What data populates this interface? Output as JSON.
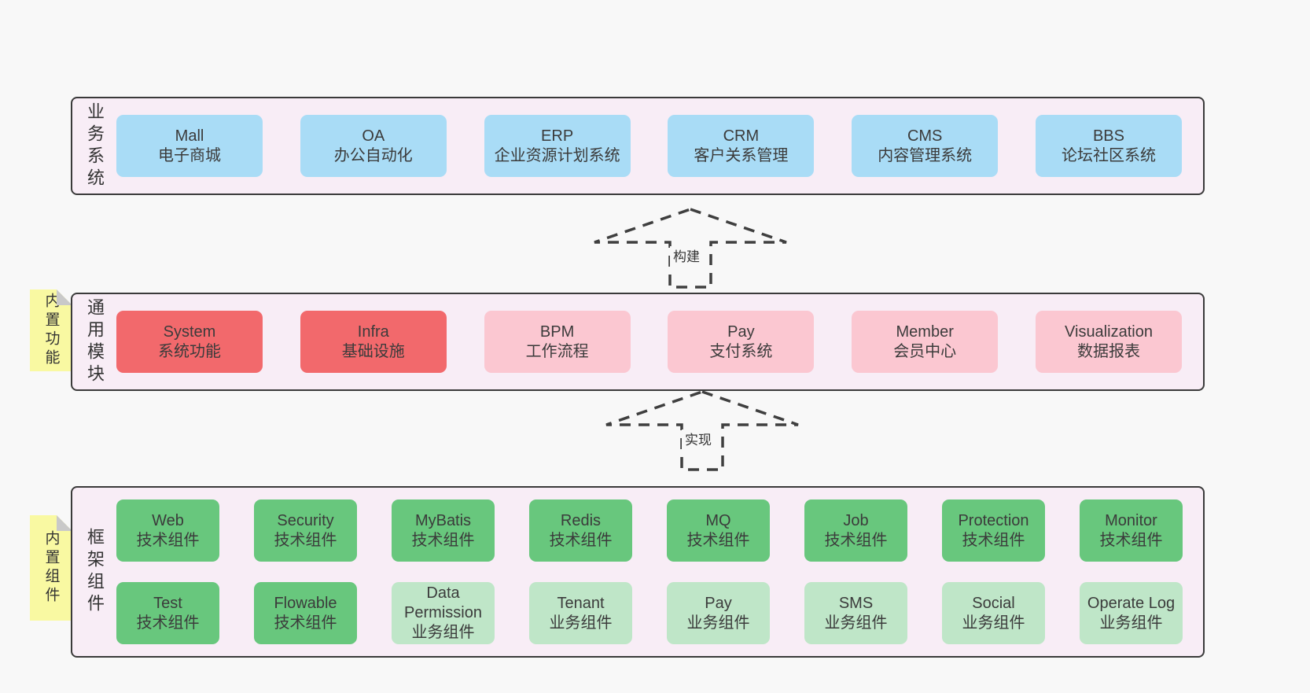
{
  "colors": {
    "page": "#f8f8f8",
    "panel": "#f8edf6",
    "line": "#3a3a3a",
    "text": "#3b3b3b",
    "blue": "#a9dcf6",
    "red": "#f2696c",
    "pink": "#fbc7d1",
    "green": "#68c77d",
    "green-light": "#bfe6c8",
    "sticky": "#f9f9a2",
    "fold": "#c9c9c9"
  },
  "sections": {
    "business": {
      "label": "业务系统",
      "boxes": [
        {
          "title": "Mall",
          "subtitle": "电子商城",
          "color": "blue"
        },
        {
          "title": "OA",
          "subtitle": "办公自动化",
          "color": "blue"
        },
        {
          "title": "ERP",
          "subtitle": "企业资源计划系统",
          "color": "blue"
        },
        {
          "title": "CRM",
          "subtitle": "客户关系管理",
          "color": "blue"
        },
        {
          "title": "CMS",
          "subtitle": "内容管理系统",
          "color": "blue"
        },
        {
          "title": "BBS",
          "subtitle": "论坛社区系统",
          "color": "blue"
        }
      ]
    },
    "modules": {
      "label": "通用模块",
      "sticky": "内置功能",
      "boxes": [
        {
          "title": "System",
          "subtitle": "系统功能",
          "color": "red"
        },
        {
          "title": "Infra",
          "subtitle": "基础设施",
          "color": "red"
        },
        {
          "title": "BPM",
          "subtitle": "工作流程",
          "color": "pink"
        },
        {
          "title": "Pay",
          "subtitle": "支付系统",
          "color": "pink"
        },
        {
          "title": "Member",
          "subtitle": "会员中心",
          "color": "pink"
        },
        {
          "title": "Visualization",
          "subtitle": "数据报表",
          "color": "pink"
        }
      ]
    },
    "components": {
      "label": "框架组件",
      "sticky": "内置组件",
      "rows": {
        "top": [
          {
            "title": "Web",
            "subtitle": "技术组件",
            "color": "green"
          },
          {
            "title": "Security",
            "subtitle": "技术组件",
            "color": "green"
          },
          {
            "title": "MyBatis",
            "subtitle": "技术组件",
            "color": "green"
          },
          {
            "title": "Redis",
            "subtitle": "技术组件",
            "color": "green"
          },
          {
            "title": "MQ",
            "subtitle": "技术组件",
            "color": "green"
          },
          {
            "title": "Job",
            "subtitle": "技术组件",
            "color": "green"
          },
          {
            "title": "Protection",
            "subtitle": "技术组件",
            "color": "green"
          },
          {
            "title": "Monitor",
            "subtitle": "技术组件",
            "color": "green"
          }
        ],
        "bottom": [
          {
            "title": "Test",
            "subtitle": "技术组件",
            "color": "green"
          },
          {
            "title": "Flowable",
            "subtitle": "技术组件",
            "color": "green"
          },
          {
            "title": "Data Permission",
            "subtitle": "业务组件",
            "color": "green-light"
          },
          {
            "title": "Tenant",
            "subtitle": "业务组件",
            "color": "green-light"
          },
          {
            "title": "Pay",
            "subtitle": "业务组件",
            "color": "green-light"
          },
          {
            "title": "SMS",
            "subtitle": "业务组件",
            "color": "green-light"
          },
          {
            "title": "Social",
            "subtitle": "业务组件",
            "color": "green-light"
          },
          {
            "title": "Operate Log",
            "subtitle": "业务组件",
            "color": "green-light"
          }
        ]
      }
    }
  },
  "arrows": {
    "build": "构建",
    "implement": "实现"
  }
}
